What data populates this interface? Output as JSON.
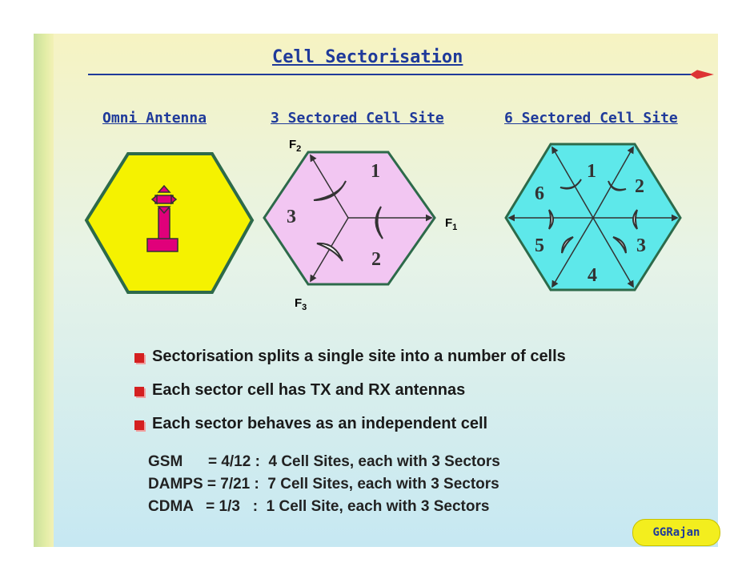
{
  "title": "Cell  Sectorisation",
  "headings": {
    "omni": "Omni  Antenna",
    "three": "3 Sectored Cell Site",
    "six": "6 Sectored Cell Site"
  },
  "three_sector": {
    "f2_main": "F",
    "f2_sub": "2",
    "f1_main": "F",
    "f1_sub": "1",
    "f3_main": "F",
    "f3_sub": "3",
    "sector_numbers": [
      "1",
      "2",
      "3"
    ]
  },
  "six_sector": {
    "sector_numbers": [
      "1",
      "2",
      "3",
      "4",
      "5",
      "6"
    ]
  },
  "bullets": [
    "Sectorisation splits a single site into a number of cells",
    "Each sector cell has TX and RX antennas",
    "Each sector behaves as an independent cell"
  ],
  "standards": [
    "GSM      = 4/12 :  4 Cell Sites, each with 3 Sectors",
    "DAMPS = 7/21 :  7 Cell Sites, each with 3 Sectors",
    "CDMA   = 1/3   :  1 Cell Site, each with 3 Sectors"
  ],
  "author": "GGRajan",
  "colors": {
    "omni_fill": "#f5f200",
    "three_fill": "#f2c6f2",
    "six_fill": "#5ee8ea",
    "outline": "#2d6a4a",
    "antenna": "#e0007a",
    "title": "#1f3a9a"
  }
}
